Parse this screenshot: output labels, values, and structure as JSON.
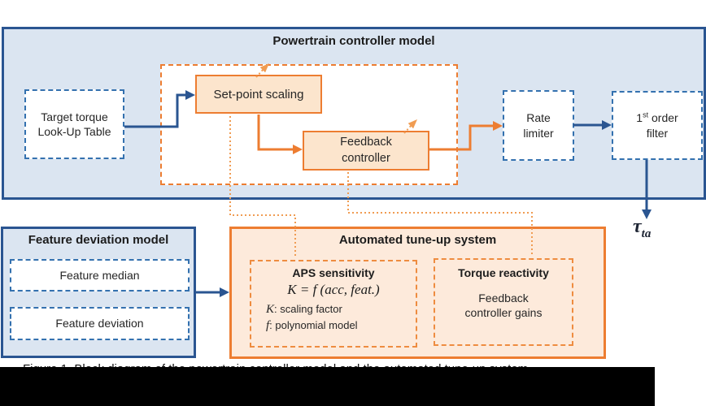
{
  "colors": {
    "panel_blue_fill": "#dbe5f1",
    "panel_blue_border": "#2a5591",
    "dashed_blue": "#3471af",
    "arrow_blue": "#2a5591",
    "orange": "#ed7d31",
    "orange_box_fill": "#fce5cd",
    "orange_panel_fill": "#fdeadb",
    "dotted_orange": "#f09c52",
    "black_bar": "#000000"
  },
  "powertrain_model": {
    "title": "Powertrain controller model",
    "target_torque_lut": "Target torque\nLook-Up Table",
    "setpoint_scaling": "Set-point scaling",
    "feedback_controller": "Feedback\ncontroller",
    "rate_limiter": "Rate\nlimiter",
    "first_order_filter": {
      "prefix": "1",
      "superscript": "st",
      "suffix": " order",
      "line2": "filter"
    }
  },
  "feature_deviation_model": {
    "title": "Feature deviation model",
    "feature_median": "Feature median",
    "feature_deviation": "Feature deviation"
  },
  "tuneup_system": {
    "title": "Automated tune-up system",
    "aps_sensitivity": {
      "title": "APS sensitivity",
      "equation": "K = f (acc, feat.)",
      "legend": [
        {
          "symbol": "K",
          "text": ": scaling factor"
        },
        {
          "symbol": "f",
          "text": ": polynomial model"
        }
      ]
    },
    "torque_reactivity": {
      "title": "Torque reactivity",
      "body": "Feedback\ncontroller gains"
    }
  },
  "output_label": {
    "symbol": "τ",
    "subscript": "ta"
  },
  "caption": "Figure 1. Block diagram of the powertrain controller model and the automated tune-up system."
}
